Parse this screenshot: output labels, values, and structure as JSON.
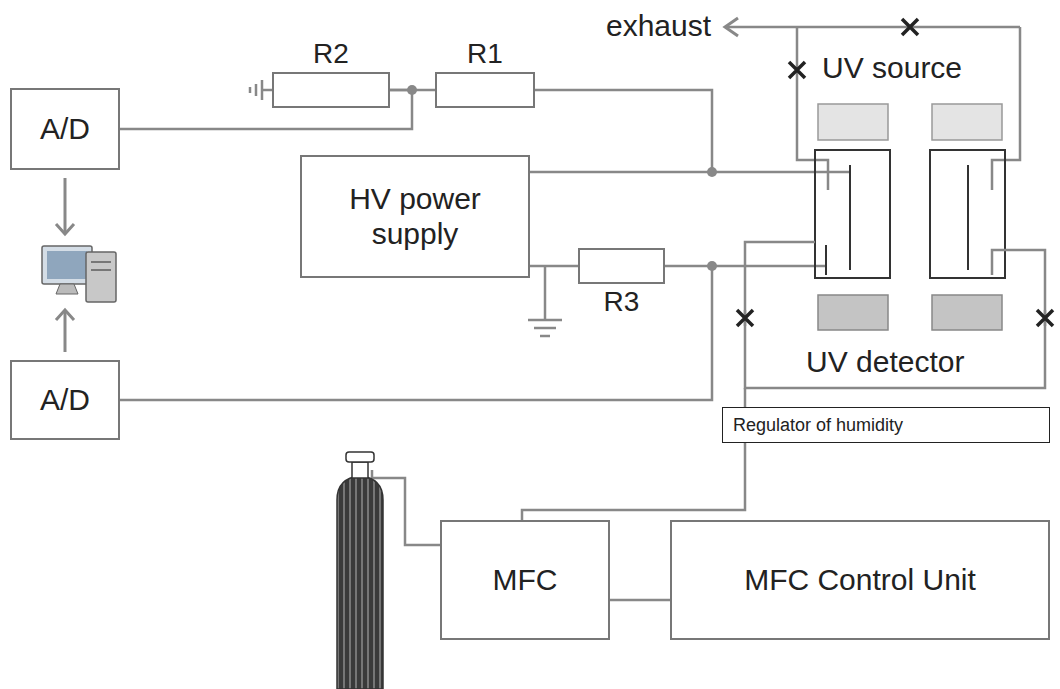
{
  "diagram": {
    "nodes": [
      {
        "text": [
          "A/D"
        ]
      },
      {
        "text": [
          "R2"
        ]
      },
      {
        "text": [
          "R1"
        ]
      },
      {
        "text": [
          "HV power supply"
        ]
      },
      {
        "text": [
          "R3"
        ]
      },
      {
        "text": [
          "A/D"
        ]
      },
      {
        "text": [
          "Regulator of humidity"
        ]
      },
      {
        "text": [
          "MFC"
        ]
      },
      {
        "text": [
          "MFC Control Unit"
        ]
      }
    ],
    "edges": [
      {
        "from": 1,
        "to": 2,
        "arrow": "none"
      },
      {
        "from": 0,
        "to": 1,
        "arrow": "none"
      },
      {
        "from": 2,
        "to": 3,
        "arrow": "none"
      },
      {
        "from": 3,
        "to": 4,
        "arrow": "none"
      },
      {
        "from": 5,
        "to": 4,
        "arrow": "none"
      },
      {
        "from": 7,
        "to": 6,
        "arrow": "none"
      },
      {
        "from": 7,
        "to": 8,
        "arrow": "none"
      }
    ],
    "labels": [
      "exhaust",
      "UV source",
      "UV detector"
    ]
  }
}
